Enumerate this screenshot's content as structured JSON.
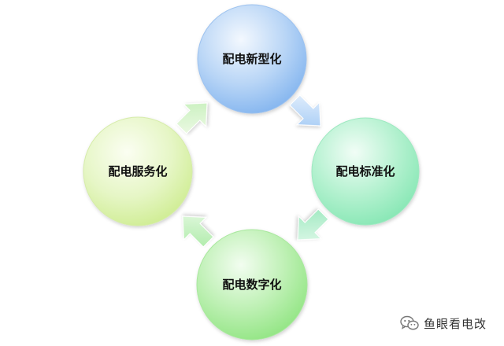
{
  "diagram": {
    "nodes": [
      {
        "id": "top",
        "label": "配电新型化"
      },
      {
        "id": "right",
        "label": "配电标准化"
      },
      {
        "id": "bottom",
        "label": "配电数字化"
      },
      {
        "id": "left",
        "label": "配电服务化"
      }
    ],
    "colors": {
      "top": "#7fb2ee",
      "right": "#83e6b2",
      "bottom": "#8ee47f",
      "left": "#d6f0a0",
      "arrow_top_right": "#a7cdf6",
      "arrow_right_bottom": "#a6ecc3",
      "arrow_bottom_left": "#b3ecb0",
      "arrow_left_top": "#ccf0c0"
    }
  },
  "watermark": {
    "text": "鱼眼看电改",
    "icon": "wechat-icon"
  }
}
